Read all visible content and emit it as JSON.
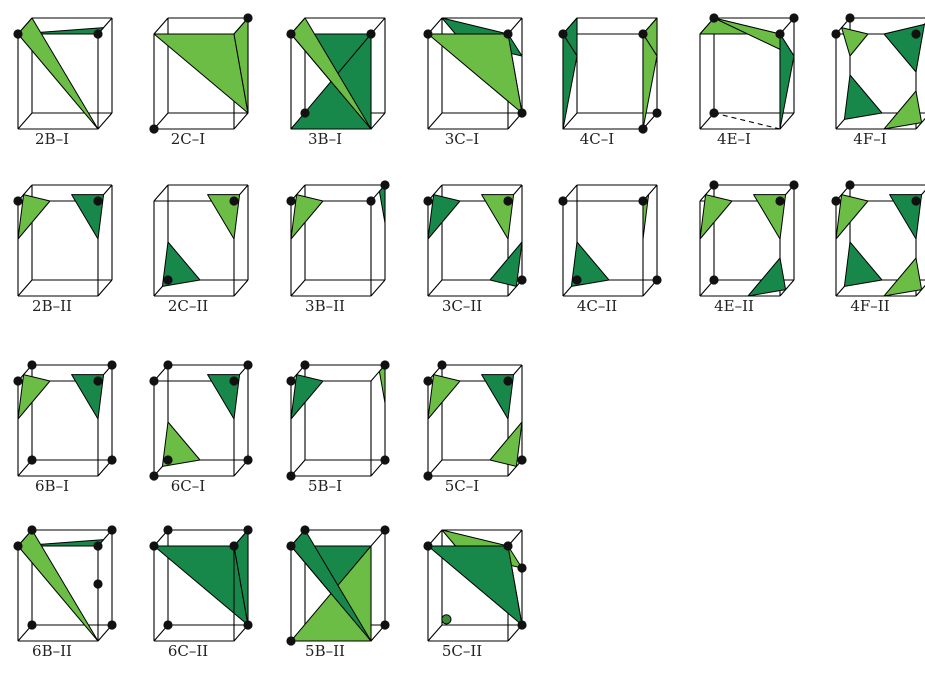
{
  "colors": {
    "dark_green": "#17884a",
    "light_green": "#6bbd45",
    "edge": "#000000",
    "vertex": "#111111",
    "vertex_in": "#3a8a3a"
  },
  "cells": [
    {
      "label": "2B–I",
      "verts": [
        "c",
        "d"
      ],
      "tris": [
        [
          [
            "c",
            "d",
            "m_cb"
          ],
          "D"
        ],
        [
          [
            "a",
            "d",
            "g"
          ],
          "L"
        ]
      ]
    },
    {
      "label": "2C–I",
      "verts": [
        "b",
        "h"
      ],
      "tris": [
        [
          [
            "c",
            "d",
            "f"
          ],
          "L"
        ],
        [
          [
            "b",
            "f",
            "c"
          ],
          "L"
        ]
      ]
    },
    {
      "label": "3B–I",
      "verts": [
        "c",
        "d",
        "e"
      ],
      "tris": [
        [
          [
            "c",
            "d",
            "g"
          ],
          "D"
        ],
        [
          [
            "c",
            "g",
            "h"
          ],
          "D"
        ],
        [
          [
            "a",
            "d",
            "g"
          ],
          "L"
        ]
      ]
    },
    {
      "label": "3C–I",
      "verts": [
        "c",
        "d",
        "f"
      ],
      "tris": [
        [
          [
            "a",
            "c",
            "f"
          ],
          "D"
        ],
        [
          [
            "c",
            "d",
            "m_bf"
          ],
          "D"
        ],
        [
          [
            "c",
            "f",
            "d"
          ],
          "L"
        ]
      ]
    },
    {
      "label": "4C–I",
      "verts": [
        "c",
        "d",
        "f",
        "g"
      ],
      "tris": [
        [
          [
            "a",
            "d",
            "m_ae"
          ],
          "D"
        ],
        [
          [
            "m_ae",
            "d",
            "h"
          ],
          "D"
        ],
        [
          [
            "b",
            "c",
            "m_bf"
          ],
          "L"
        ],
        [
          [
            "m_bf",
            "c",
            "g"
          ],
          "L"
        ]
      ]
    },
    {
      "label": "4E–I",
      "verts": [
        "a",
        "b",
        "e",
        "c"
      ],
      "dashed": true,
      "tris": [
        [
          [
            "a",
            "c",
            "d"
          ],
          "L"
        ],
        [
          [
            "a",
            "c",
            "m_bf"
          ],
          "L"
        ],
        [
          [
            "m_bf",
            "c",
            "g"
          ],
          "D"
        ]
      ]
    },
    {
      "label": "4F–I",
      "verts": [
        "a",
        "b",
        "c",
        "d"
      ],
      "tris": [
        [
          [
            "m_da",
            "m_dc",
            "m_ae"
          ],
          "L"
        ],
        [
          [
            "m_bc",
            "m_cd",
            "m_cg"
          ],
          "D"
        ],
        [
          [
            "m_ea",
            "m_eh",
            "m_ef"
          ],
          "D"
        ],
        [
          [
            "m_gc",
            "m_gh",
            "m_gf"
          ],
          "L"
        ]
      ]
    },
    {
      "label": "2B–II",
      "verts": [
        "d",
        "c"
      ],
      "tris": [
        [
          [
            "m_da",
            "m_dc",
            "m_dh"
          ],
          "L"
        ],
        [
          [
            "m_ca",
            "m_cb",
            "m_cg"
          ],
          "D"
        ]
      ]
    },
    {
      "label": "2C–II",
      "verts": [
        "c",
        "e"
      ],
      "tris": [
        [
          [
            "m_ca",
            "m_cb",
            "m_cg"
          ],
          "L"
        ],
        [
          [
            "m_ea",
            "m_eh",
            "m_ef"
          ],
          "D"
        ]
      ]
    },
    {
      "label": "3B–II",
      "verts": [
        "d",
        "b",
        "c"
      ],
      "tris": [
        [
          [
            "m_da",
            "m_dc",
            "m_dh"
          ],
          "L"
        ],
        [
          [
            "m_bc",
            "b",
            "m_bf"
          ],
          "D"
        ]
      ]
    },
    {
      "label": "3C–II",
      "verts": [
        "c",
        "d",
        "f"
      ],
      "tris": [
        [
          [
            "m_da",
            "m_dc",
            "m_dh"
          ],
          "D"
        ],
        [
          [
            "m_ca",
            "m_cb",
            "m_cg"
          ],
          "L"
        ],
        [
          [
            "m_fb",
            "m_fe",
            "m_fg"
          ],
          "D"
        ]
      ]
    },
    {
      "label": "4C–II",
      "verts": [
        "c",
        "d",
        "e",
        "f"
      ],
      "tris": [
        [
          [
            "m_ea",
            "m_eh",
            "m_ef"
          ],
          "D"
        ],
        [
          [
            "c",
            "m_cb",
            "m_cg"
          ],
          "L"
        ]
      ]
    },
    {
      "label": "4E–II",
      "verts": [
        "a",
        "b",
        "c",
        "e"
      ],
      "tris": [
        [
          [
            "m_da",
            "m_dc",
            "m_dh"
          ],
          "L"
        ],
        [
          [
            "m_ca",
            "m_cb",
            "m_cg"
          ],
          "L"
        ],
        [
          [
            "m_gc",
            "m_gh",
            "m_gf"
          ],
          "D"
        ]
      ]
    },
    {
      "label": "4F–II",
      "verts": [
        "a",
        "b",
        "c",
        "d"
      ],
      "tris": [
        [
          [
            "m_da",
            "m_dc",
            "m_dh"
          ],
          "L"
        ],
        [
          [
            "m_ca",
            "m_cb",
            "m_cg"
          ],
          "D"
        ],
        [
          [
            "m_ea",
            "m_eh",
            "m_ef"
          ],
          "D"
        ],
        [
          [
            "m_gc",
            "m_gh",
            "m_gf"
          ],
          "L"
        ]
      ]
    },
    {
      "label": "6B–I",
      "verts": [
        "d",
        "c",
        "a",
        "b",
        "e",
        "f"
      ],
      "tris": [
        [
          [
            "m_da",
            "m_dc",
            "m_dh"
          ],
          "L"
        ],
        [
          [
            "m_ca",
            "m_cb",
            "m_cg"
          ],
          "D"
        ]
      ]
    },
    {
      "label": "6C–I",
      "verts": [
        "c",
        "d",
        "h",
        "a",
        "b",
        "e",
        "f"
      ],
      "tris": [
        [
          [
            "m_ca",
            "m_cb",
            "m_cg"
          ],
          "D"
        ],
        [
          [
            "m_ea",
            "m_eh",
            "m_ef"
          ],
          "L"
        ]
      ]
    },
    {
      "label": "5B–I",
      "verts": [
        "d",
        "a",
        "b",
        "f",
        "h"
      ],
      "tris": [
        [
          [
            "m_da",
            "m_dc",
            "m_dh"
          ],
          "D"
        ],
        [
          [
            "m_bc",
            "b",
            "m_bf"
          ],
          "L"
        ]
      ]
    },
    {
      "label": "5C–I",
      "verts": [
        "c",
        "d",
        "a",
        "f",
        "h"
      ],
      "tris": [
        [
          [
            "m_da",
            "m_dc",
            "m_dh"
          ],
          "L"
        ],
        [
          [
            "m_ca",
            "m_cb",
            "m_cg"
          ],
          "D"
        ],
        [
          [
            "m_fb",
            "m_fe",
            "m_fg"
          ],
          "L"
        ]
      ]
    },
    {
      "label": "6B–II",
      "verts": [
        "d",
        "c",
        "a",
        "b",
        "e",
        "f",
        "m_cg"
      ],
      "tris": [
        [
          [
            "d",
            "c",
            "m_cb"
          ],
          "D"
        ],
        [
          [
            "a",
            "d",
            "g"
          ],
          "L"
        ]
      ]
    },
    {
      "label": "6C–II",
      "verts": [
        "c",
        "d",
        "a",
        "b",
        "e",
        "f"
      ],
      "tris": [
        [
          [
            "c",
            "d",
            "f"
          ],
          "D"
        ],
        [
          [
            "b",
            "f",
            "c"
          ],
          "D"
        ],
        [
          [
            "m_cg",
            "c",
            "g"
          ],
          "L"
        ]
      ]
    },
    {
      "label": "5B–II",
      "verts": [
        "d",
        "a",
        "b",
        "f",
        "h"
      ],
      "tris": [
        [
          [
            "c",
            "d",
            "g"
          ],
          "D"
        ],
        [
          [
            "c",
            "g",
            "h"
          ],
          "L"
        ],
        [
          [
            "a",
            "d",
            "g"
          ],
          "D"
        ]
      ]
    },
    {
      "label": "5C–II",
      "verts": [
        "c",
        "d",
        "f",
        "m_bf"
      ],
      "inner_vertex": true,
      "tris": [
        [
          [
            "a",
            "c",
            "f"
          ],
          "L"
        ],
        [
          [
            "c",
            "d",
            "m_bf"
          ],
          "L"
        ],
        [
          [
            "c",
            "f",
            "d"
          ],
          "D"
        ]
      ]
    }
  ]
}
